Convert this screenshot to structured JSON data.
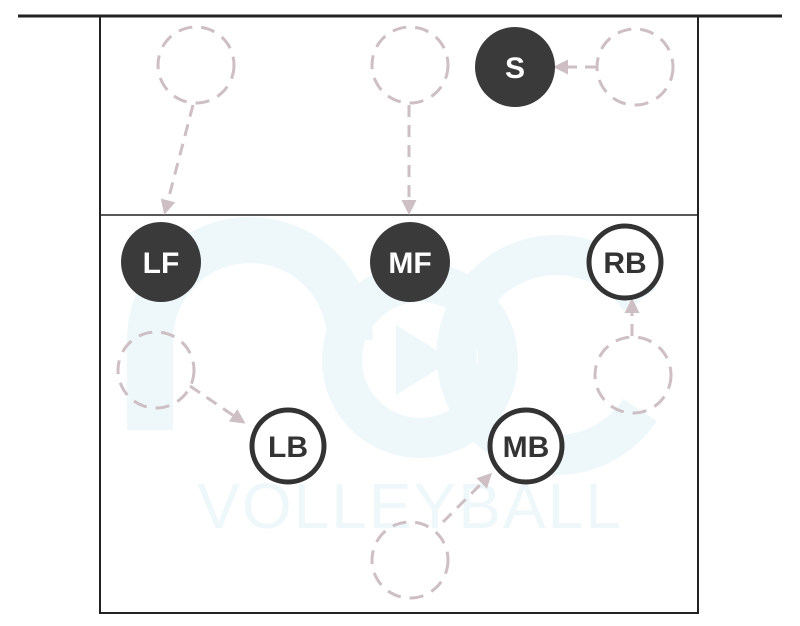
{
  "colors": {
    "line": "#222222",
    "filled": "#3a3a3a",
    "outline": "#333333",
    "ghost": "#cdbfc3",
    "watermark": "#eef7fa",
    "label_on_filled": "#ffffff",
    "label_on_outline": "#333333"
  },
  "watermark": {
    "text": "VOLLEYBALL"
  },
  "players": [
    {
      "id": "S",
      "label": "S",
      "style": "filled"
    },
    {
      "id": "LF",
      "label": "LF",
      "style": "filled"
    },
    {
      "id": "MF",
      "label": "MF",
      "style": "filled"
    },
    {
      "id": "RB",
      "label": "RB",
      "style": "outline"
    },
    {
      "id": "LB",
      "label": "LB",
      "style": "outline"
    },
    {
      "id": "MB",
      "label": "MB",
      "style": "outline"
    }
  ],
  "ghost_positions": [
    {
      "id": "g-left-front-start"
    },
    {
      "id": "g-middle-front-start"
    },
    {
      "id": "g-right-front-start"
    },
    {
      "id": "g-left-back-start"
    },
    {
      "id": "g-right-back-start"
    },
    {
      "id": "g-middle-back-start"
    }
  ],
  "moves": [
    {
      "from": "g-left-front-start",
      "to": "LF"
    },
    {
      "from": "g-middle-front-start",
      "to": "MF"
    },
    {
      "from": "g-right-front-start",
      "to": "S"
    },
    {
      "from": "g-left-back-start",
      "to": "LB"
    },
    {
      "from": "g-right-back-start",
      "to": "RB"
    },
    {
      "from": "g-middle-back-start",
      "to": "MB"
    }
  ]
}
